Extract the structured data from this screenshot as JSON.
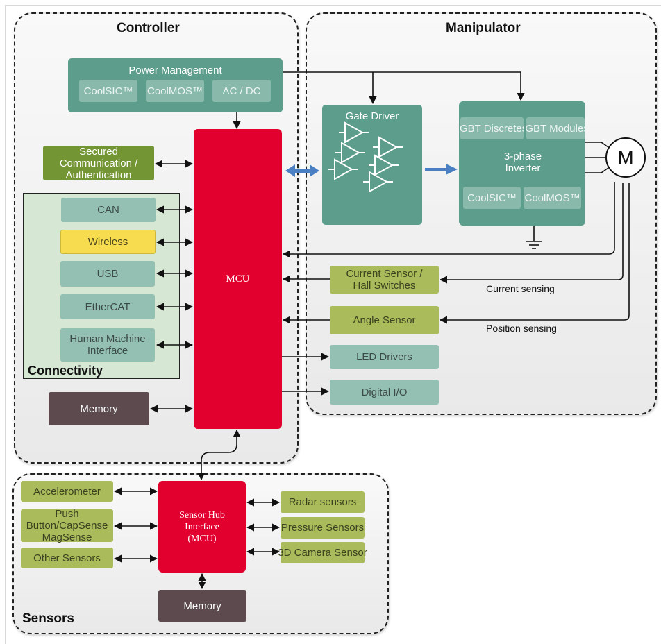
{
  "groups": {
    "controller": "Controller",
    "manipulator": "Manipulator",
    "connectivity": "Connectivity",
    "sensors": "Sensors"
  },
  "power_management": {
    "title": "Power Management",
    "items": [
      "CoolSIC™",
      "CoolMOS™",
      "AC / DC"
    ]
  },
  "controller": {
    "secured": "Secured Communication / Authentication",
    "mcu": "MCU",
    "memory": "Memory"
  },
  "connectivity": {
    "items": [
      "CAN",
      "Wireless",
      "USB",
      "EtherCAT",
      "Human Machine Interface"
    ]
  },
  "manipulator": {
    "gate_driver": "Gate Driver",
    "inverter": {
      "top": [
        "IGBT Discretes",
        "IGBT Modules"
      ],
      "title": "3-phase Inverter",
      "bottom": [
        "CoolSIC™",
        "CoolMOS™"
      ]
    },
    "motor": "M",
    "current_sensor": "Current Sensor / Hall Switches",
    "angle_sensor": "Angle Sensor",
    "led_drivers": "LED Drivers",
    "digital_io": "Digital I/O",
    "current_sensing_label": "Current sensing",
    "position_sensing_label": "Position sensing"
  },
  "sensors": {
    "hub": "Sensor Hub Interface (MCU)",
    "memory": "Memory",
    "left": [
      "Accelerometer",
      "Push Button/CapSense MagSense",
      "Other Sensors"
    ],
    "right": [
      "Radar sensors",
      "Pressure Sensors",
      "3D Camera Sensor"
    ]
  },
  "colors": {
    "teal": "#5c9e8b",
    "teal_light": "#94c0b3",
    "olive": "#a9bb5a",
    "olive_dark": "#739533",
    "yellow": "#f6dc4e",
    "mcu_red": "#e2002f",
    "memory": "#5c4a4e",
    "bus_arrow": "#4a7fc4"
  }
}
